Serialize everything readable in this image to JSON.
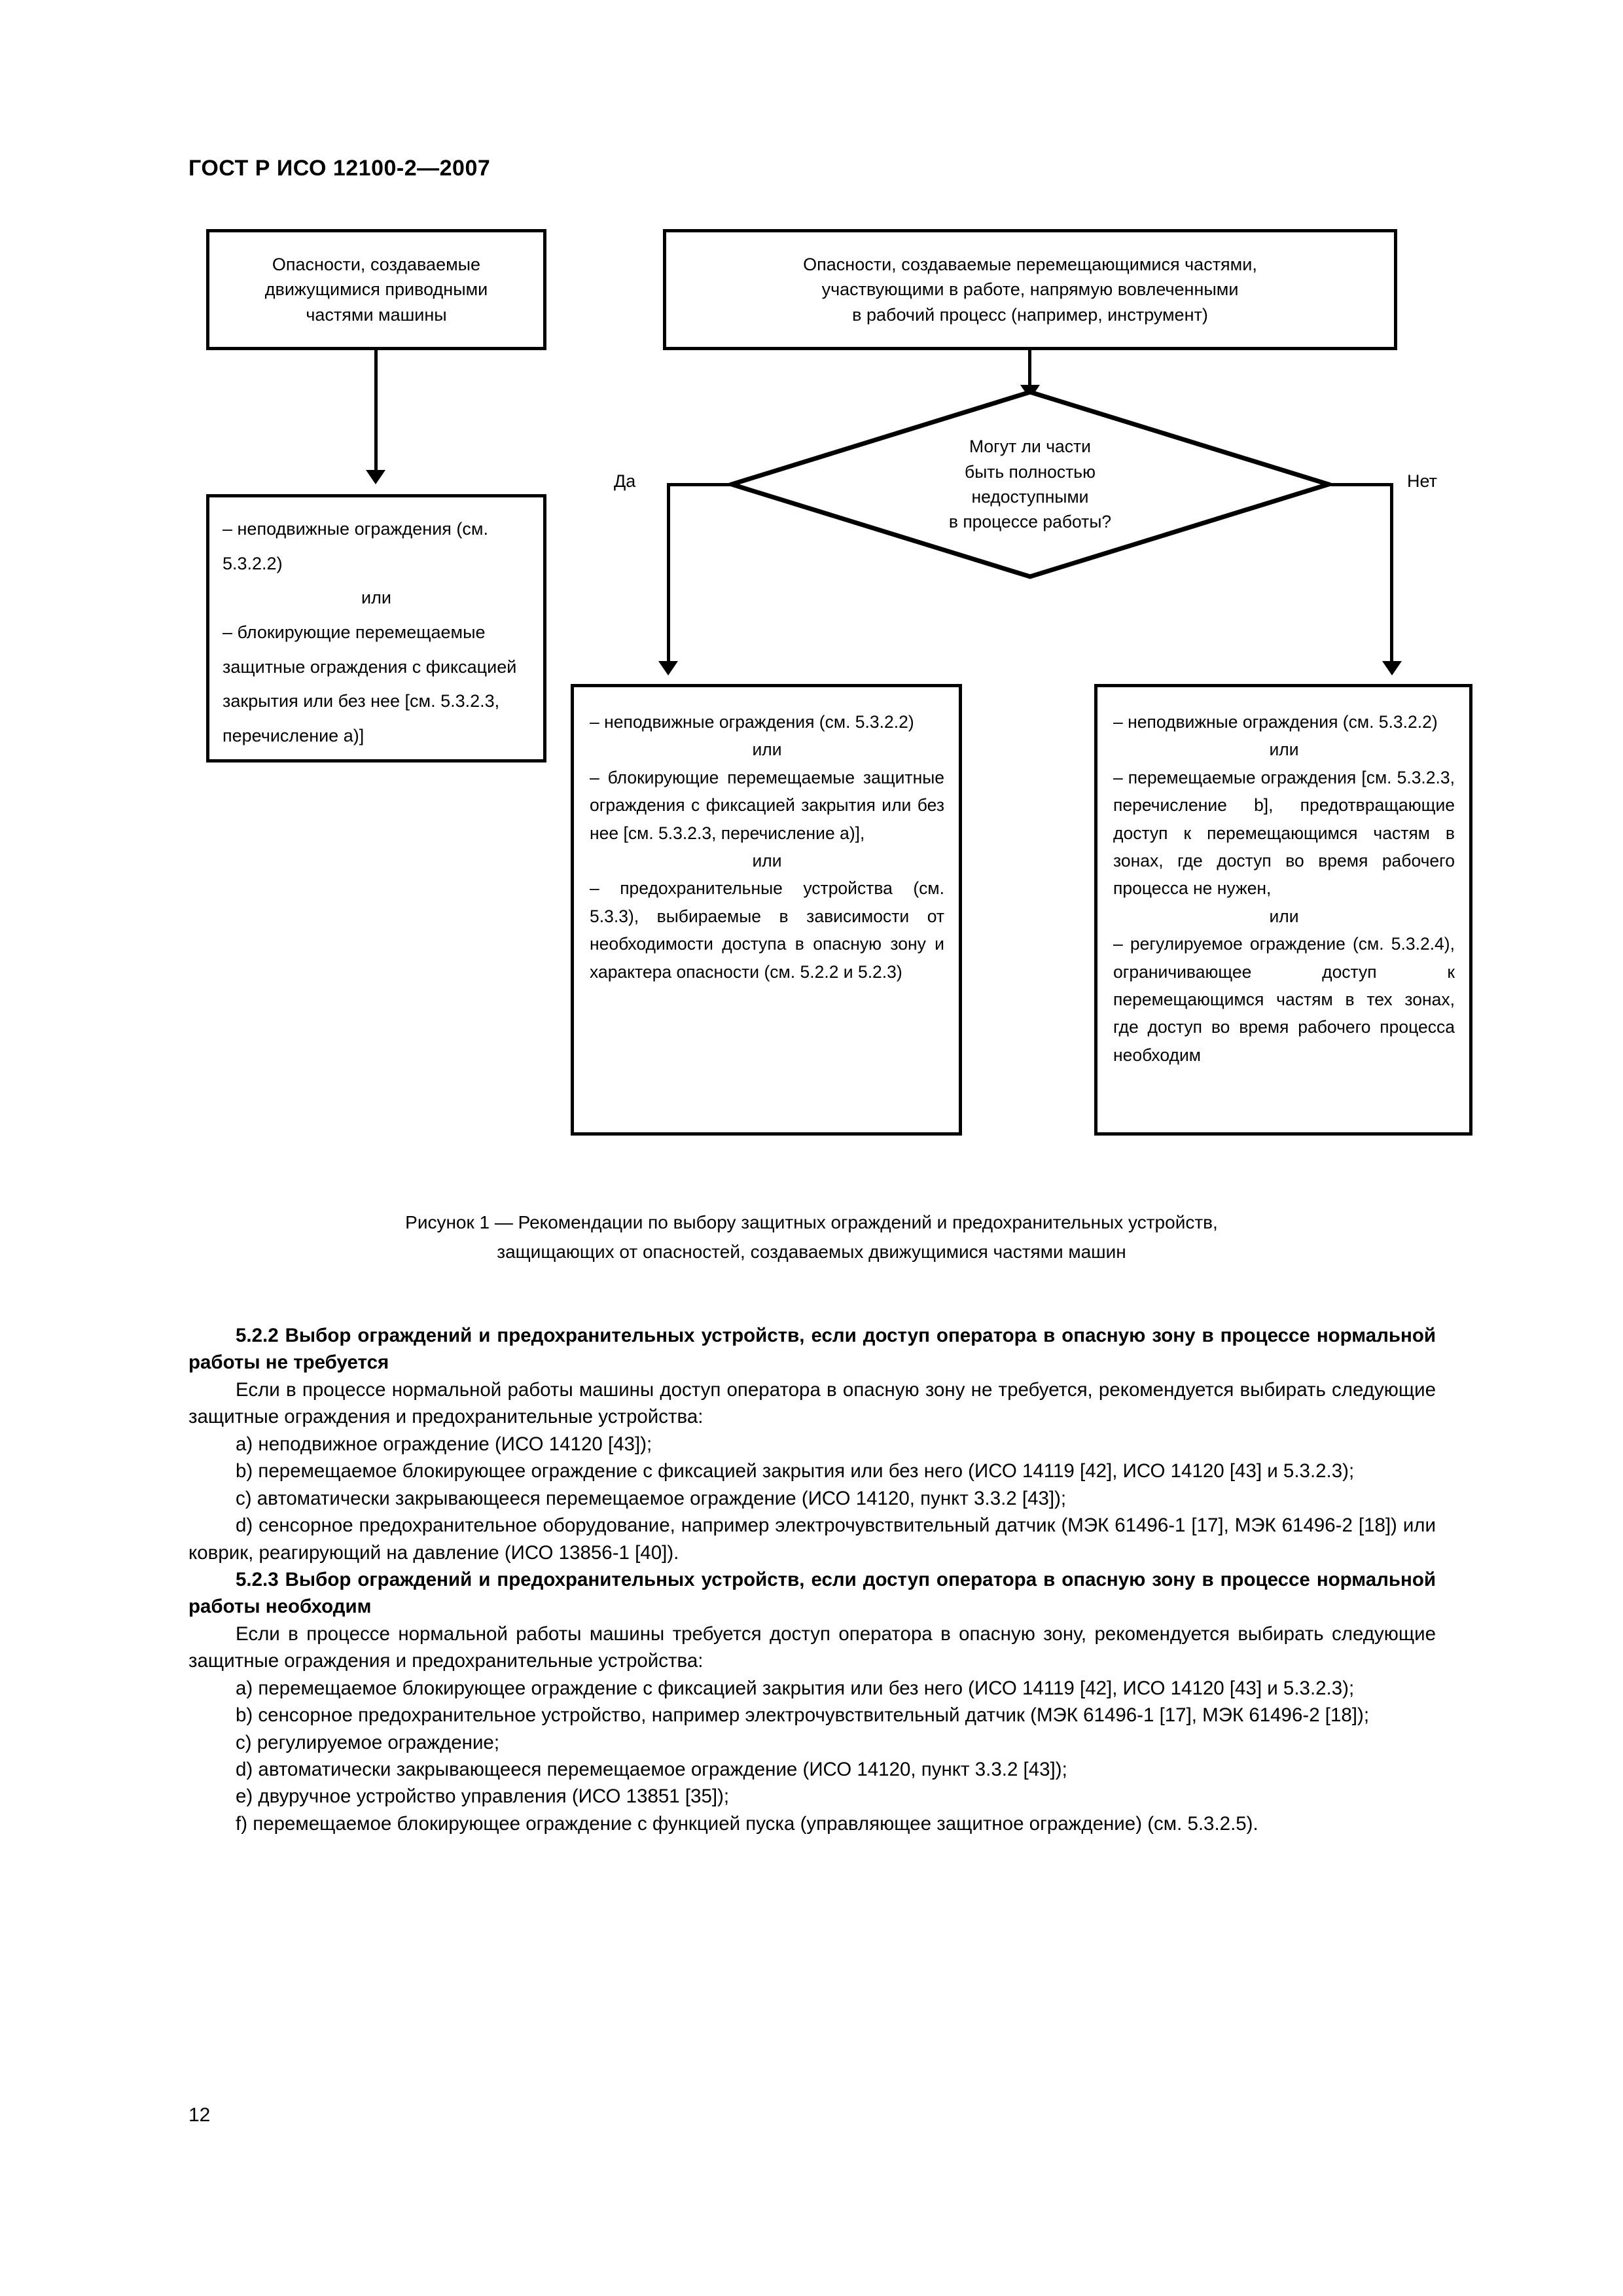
{
  "header": {
    "standard_title": "ГОСТ Р ИСО 12100-2—2007"
  },
  "figure": {
    "box_drive_hazards": [
      "Опасности, создаваемые",
      "движущимися приводными",
      "частями машины"
    ],
    "box_process_hazards": [
      "Опасности, создаваемые перемещающимися частями,",
      "участвующими в работе, напрямую вовлеченными",
      "в рабочий процесс (например, инструмент)"
    ],
    "decision": [
      "Могут ли части",
      "быть полностью",
      "недоступными",
      "в процессе работы?"
    ],
    "branch_yes": "Да",
    "branch_no": "Нет",
    "box_left": {
      "item1": "– неподвижные ограждения (см. 5.3.2.2)",
      "or1": "или",
      "item2": "– блокирующие перемеща­емые защитные ограждения с фиксацией закрытия или без нее [см. 5.3.2.3, перечис­ление a)]"
    },
    "box_center": {
      "item1": "– неподвижные ограждения (см. 5.3.2.2)",
      "or1": "или",
      "item2": "– блокирующие перемещаемые защитные ограждения с фикса­цией закрытия или без нее [см. 5.3.2.3, перечисление a)],",
      "or2": "или",
      "item3": "– предохранительные устрой­ства (см. 5.3.3), выбираемые в зависимости от необходимости доступа в опасную зону и харак­тера опасности (см. 5.2.2 и 5.2.3)"
    },
    "box_right": {
      "item1": "– неподвижные ограждения (см. 5.3.2.2)",
      "or1": "или",
      "item2": "– перемещаемые ограждения [см. 5.3.2.3, перечисление b], предотвращающие доступ к пе­ремещающимся частям в зонах, где доступ во время рабочего процесса не нужен,",
      "or2": "или",
      "item3": "– регулируемое ограждение (см. 5.3.2.4), ограничивающее доступ к перемещающимся час­тям в тех зонах, где доступ во время рабочего процесса необ­ходим"
    },
    "caption_line1": "Рисунок 1 — Рекомендации по выбору защитных ограждений и предохранительных устройств,",
    "caption_line2": "защищающих от опасностей, создаваемых движущимися частями машин"
  },
  "body": {
    "sec_522_heading": "5.2.2  Выбор ограждений и предохранительных устройств, если доступ оператора в опас­ную зону в процессе нормальной работы не требуется",
    "sec_522_intro": "Если в процессе нормальной работы машины доступ оператора в опасную зону не требуется, реко­мендуется выбирать следующие защитные ограждения и предохранительные устройства:",
    "sec_522_items": [
      "a)  неподвижное ограждение (ИСО 14120 [43]);",
      "b)  перемещаемое блокирующее ограждение с фиксацией закрытия или без него (ИСО 14119 [42], ИСО 14120 [43] и 5.3.2.3);",
      "c)  автоматически закрывающееся перемещаемое ограждение (ИСО 14120, пункт 3.3.2 [43]);",
      "d)  сенсорное предохранительное оборудование, например электрочувствительный датчик (МЭК 61496-1 [17], МЭК 61496-2 [18]) или коврик, реагирующий на давление (ИСО 13856-1 [40])."
    ],
    "sec_523_heading": "5.2.3  Выбор ограждений и предохранительных устройств, если доступ оператора в опас­ную зону в процессе нормальной работы необходим",
    "sec_523_intro": "Если в процессе нормальной работы машины требуется доступ оператора в опасную зону, реко­мендуется выбирать следующие защитные ограждения и предохранительные устройства:",
    "sec_523_items": [
      "a)  перемещаемое блокирующее ограждение с фиксацией закрытия или без него (ИСО 14119 [42], ИСО 14120 [43] и 5.3.2.3);",
      "b)  сенсорное предохранительное устройство, например электрочувствительный датчик (МЭК 61496-1 [17], МЭК 61496-2 [18]);",
      "c)  регулируемое ограждение;",
      "d)  автоматически закрывающееся перемещаемое ограждение (ИСО 14120, пункт 3.3.2 [43]);",
      "e)  двуручное устройство управления (ИСО 13851 [35]);",
      "f)  перемещаемое блокирующее ограждение с функцией пуска (управляющее защитное огражде­ние) (см. 5.3.2.5)."
    ]
  },
  "footer": {
    "page_number": "12"
  }
}
